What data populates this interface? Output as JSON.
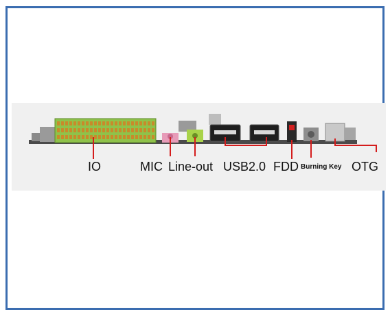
{
  "labels": {
    "io": "IO",
    "mic": "MIC",
    "line_out": "Line-out",
    "usb": "USB2.0",
    "fdd": "FDD",
    "burning_key": "Burning Key",
    "otg": "OTG"
  },
  "colors": {
    "frame_border": "#3b6db0",
    "leader_line": "#d41c1c",
    "terminal_block": "#8fc24a",
    "terminal_pin": "#c98a2a",
    "mic_jack": "#e79bb8",
    "line_out_jack": "#a9d34a",
    "pcb": "#4a4a4a"
  }
}
